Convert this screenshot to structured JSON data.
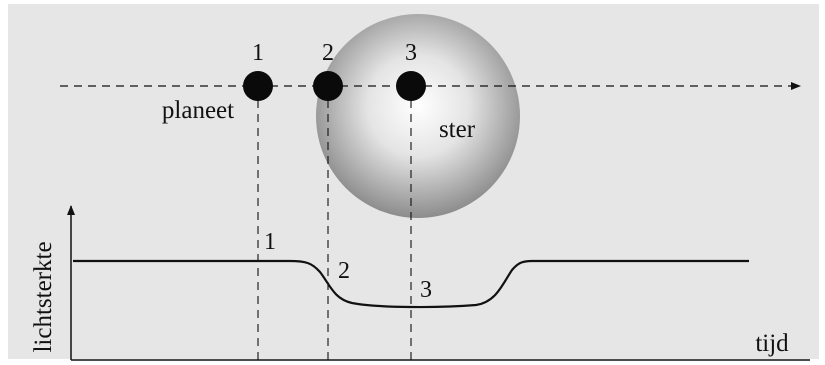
{
  "planet_positions": [
    {
      "label": "1"
    },
    {
      "label": "2"
    },
    {
      "label": "3"
    }
  ],
  "planet_label": "planeet",
  "star_label": "ster",
  "curve_markers": [
    {
      "label": "1"
    },
    {
      "label": "2"
    },
    {
      "label": "3"
    }
  ],
  "graph": {
    "ylabel": "lichtsterkte",
    "xlabel": "tijd"
  },
  "colors": {
    "background": "#e6e6e6",
    "planet": "#0a0a0a",
    "star_center": "#ffffff",
    "star_edge": "#8c8c8c",
    "line": "#111111"
  }
}
